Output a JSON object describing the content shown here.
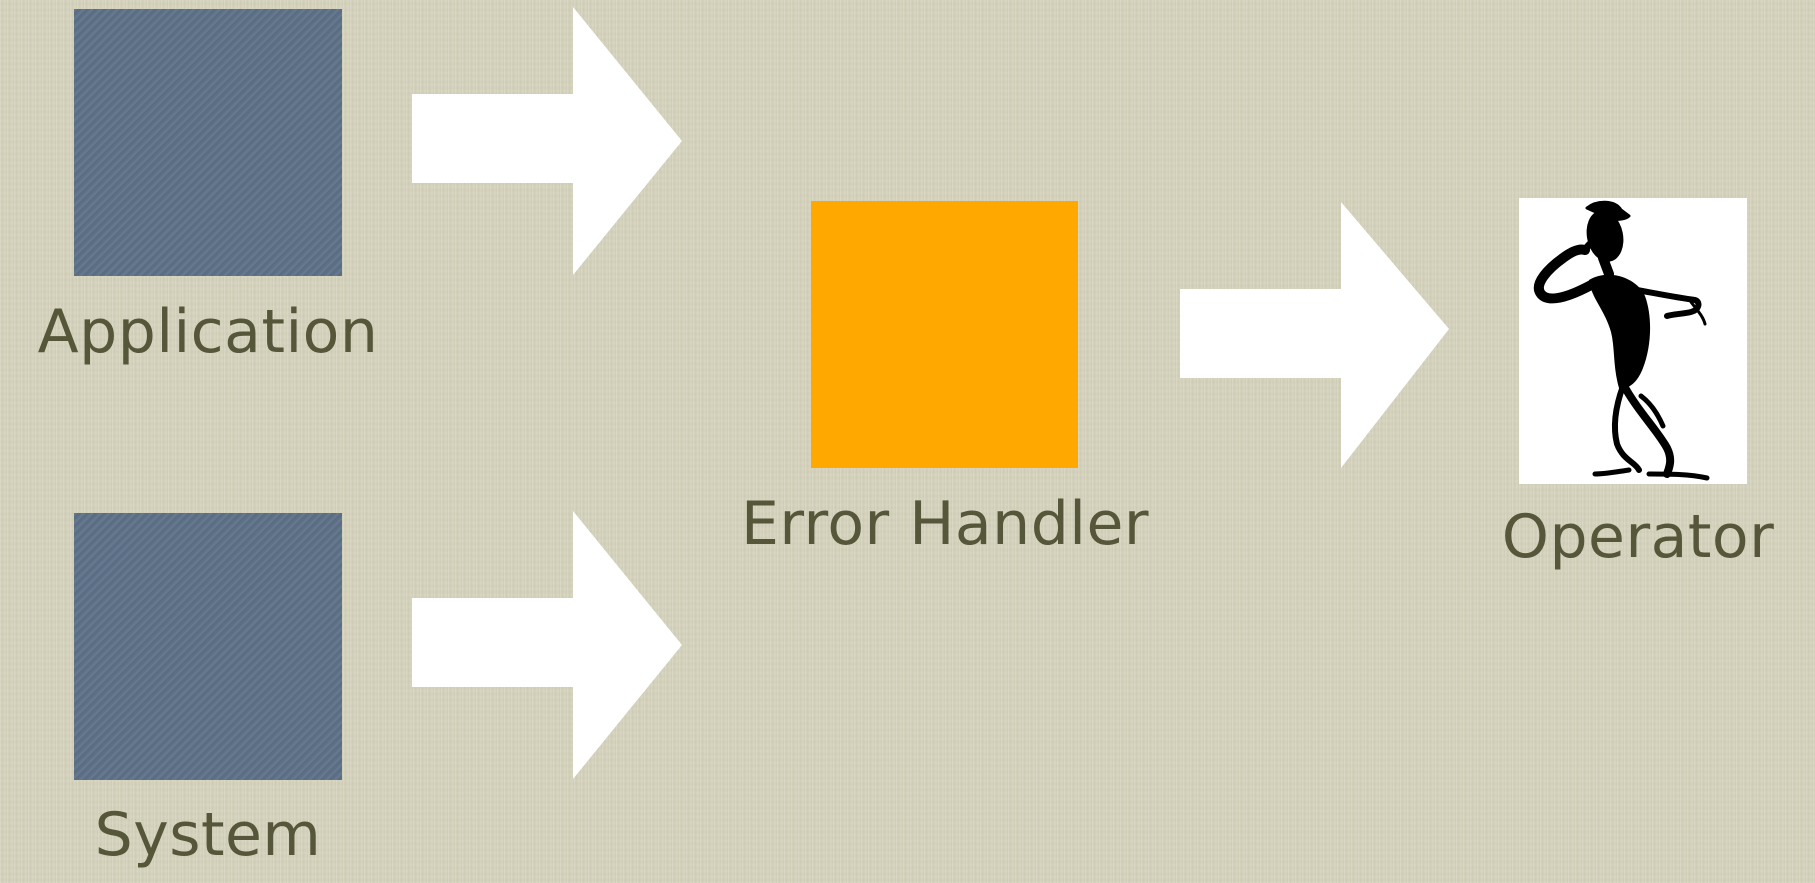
{
  "diagram": {
    "nodes": [
      {
        "id": "application",
        "label": "Application",
        "color": "#5d7188"
      },
      {
        "id": "system",
        "label": "System",
        "color": "#5d7188"
      },
      {
        "id": "error_handler",
        "label": "Error Handler",
        "color": "#ffa800"
      },
      {
        "id": "operator",
        "label": "Operator",
        "icon": "listening-person-icon"
      }
    ],
    "edges": [
      {
        "from": "application",
        "to": "error_handler"
      },
      {
        "from": "system",
        "to": "error_handler"
      },
      {
        "from": "error_handler",
        "to": "operator"
      }
    ]
  },
  "colors": {
    "background": "#d6d4bd",
    "label_text": "#55563a",
    "arrow_fill": "#ffffff",
    "source_box": "#5d7188",
    "handler_box": "#ffa800"
  }
}
